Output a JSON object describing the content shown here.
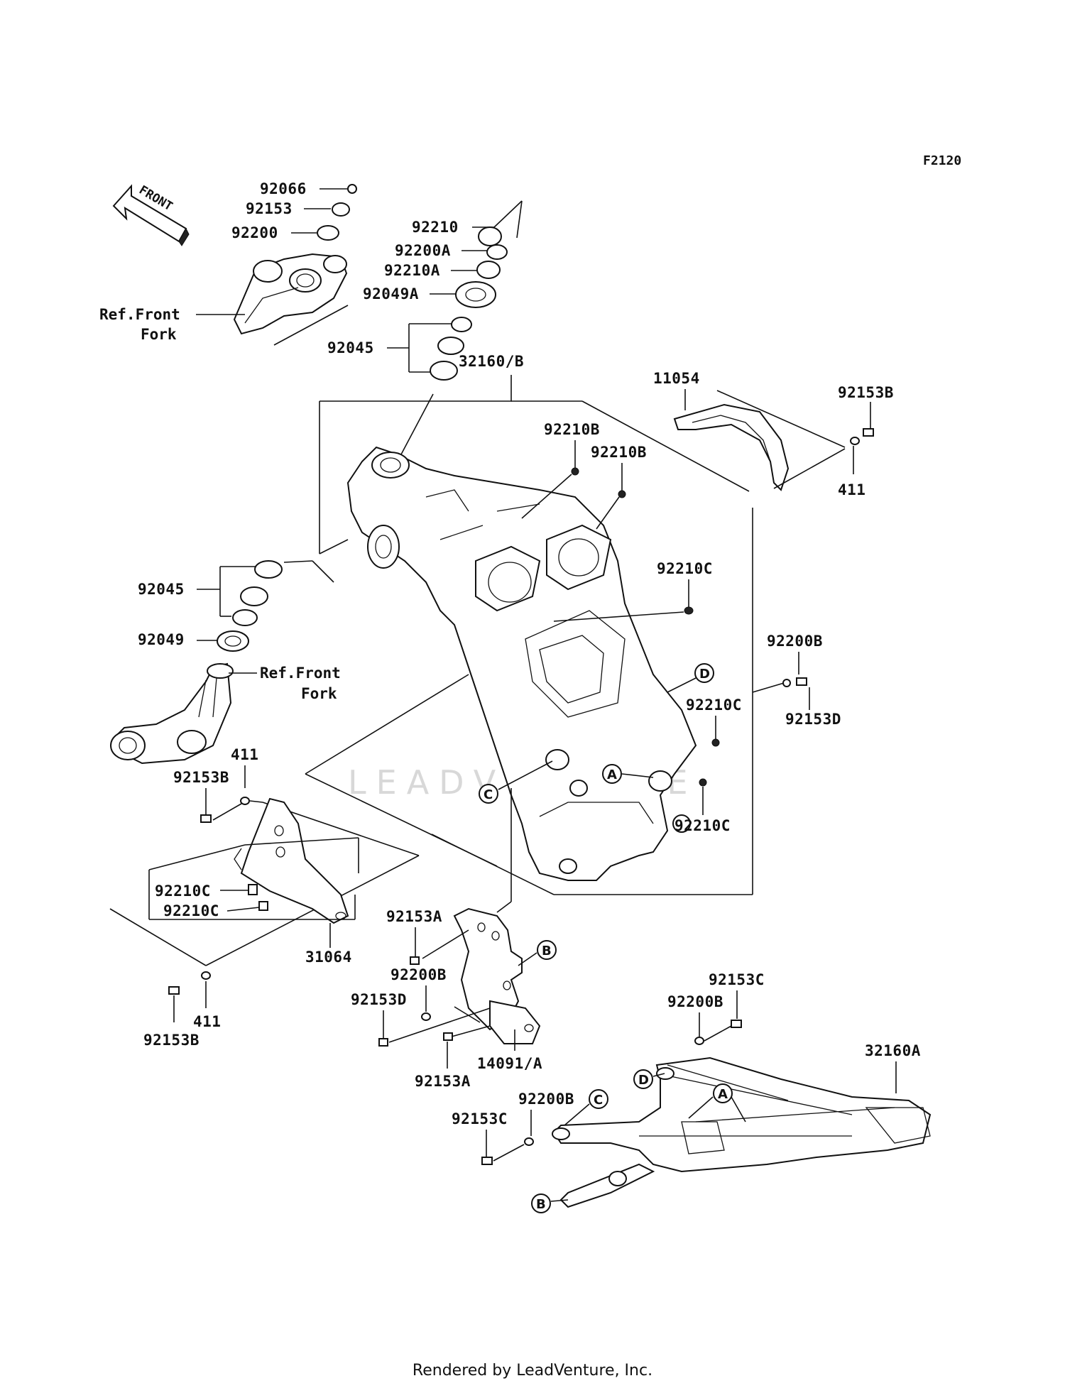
{
  "diagram_code": "F2120",
  "front_arrow_text": "FRONT",
  "watermark": "LEADVENTURE",
  "footer": "Rendered by LeadVenture, Inc.",
  "labels": {
    "p92066": "92066",
    "p92153_top": "92153",
    "p92200_top": "92200",
    "ref_front_fork_top_1": "Ref.Front",
    "ref_front_fork_top_2": "Fork",
    "p92210": "92210",
    "p92200A": "92200A",
    "p92210A": "92210A",
    "p92049A": "92049A",
    "p92045_top": "92045",
    "p32160B": "32160/B",
    "p11054": "11054",
    "p92153B_right": "92153B",
    "p411_right": "411",
    "p92210B_1": "92210B",
    "p92210B_2": "92210B",
    "p92210C_1": "92210C",
    "p92045_left": "92045",
    "p92049": "92049",
    "ref_front_fork_mid_1": "Ref.Front",
    "ref_front_fork_mid_2": "Fork",
    "p92200B_right": "92200B",
    "p92153D_right": "92153D",
    "p92210C_2": "92210C",
    "p92210C_3": "92210C",
    "p411_left": "411",
    "p92153B_left": "92153B",
    "p92210C_4": "92210C",
    "p92210C_5": "92210C",
    "p31064": "31064",
    "p92153B_bottom": "92153B",
    "p411_bottom": "411",
    "p92153A_1": "92153A",
    "p92200B_mid": "92200B",
    "p92153D_mid": "92153D",
    "p14091A": "14091/A",
    "p92153A_2": "92153A",
    "p92153C_1": "92153C",
    "p92200B_sub1": "92200B",
    "p32160A": "32160A",
    "p92200B_sub2": "92200B",
    "p92153C_2": "92153C"
  },
  "callouts": {
    "A": "A",
    "B": "B",
    "C": "C",
    "D": "D"
  }
}
